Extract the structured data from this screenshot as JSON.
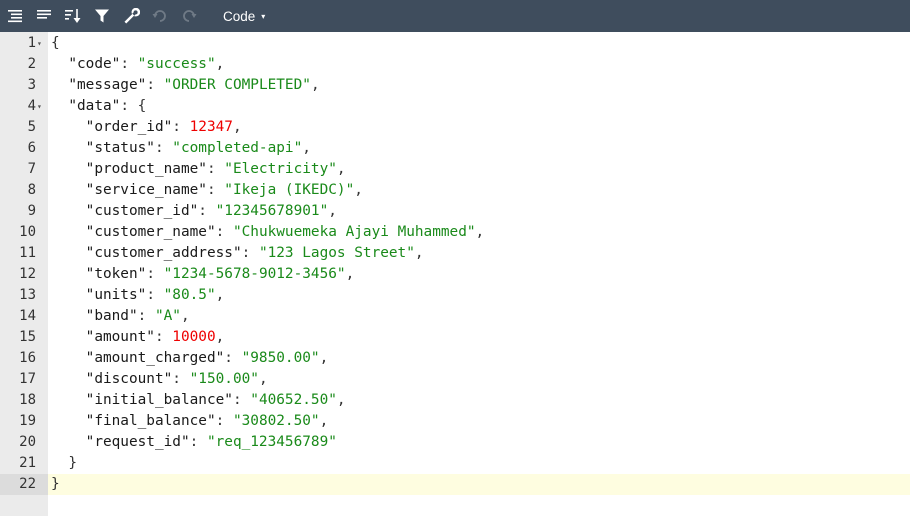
{
  "toolbar": {
    "icons": [
      "format-icon",
      "compact-icon",
      "sort-icon",
      "filter-icon",
      "repair-icon",
      "undo-icon",
      "redo-icon"
    ],
    "mode_label": "Code",
    "mode_caret": "▾"
  },
  "colors": {
    "toolbar_bg": "#3f4d5d",
    "gutter_bg": "#ebebeb",
    "active_line_bg": "#fefde0",
    "string": "#1a8a1a",
    "number": "#ee0000",
    "key": "#1a1a1a"
  },
  "editor": {
    "active_line": 22,
    "lines": [
      {
        "n": "1",
        "fold": "▾",
        "tokens": [
          {
            "t": "{",
            "c": "punc"
          }
        ]
      },
      {
        "n": "2",
        "tokens": [
          {
            "t": "  ",
            "c": "punc"
          },
          {
            "t": "\"code\"",
            "c": "key"
          },
          {
            "t": ": ",
            "c": "punc"
          },
          {
            "t": "\"success\"",
            "c": "str"
          },
          {
            "t": ",",
            "c": "punc"
          }
        ]
      },
      {
        "n": "3",
        "tokens": [
          {
            "t": "  ",
            "c": "punc"
          },
          {
            "t": "\"message\"",
            "c": "key"
          },
          {
            "t": ": ",
            "c": "punc"
          },
          {
            "t": "\"ORDER COMPLETED\"",
            "c": "str"
          },
          {
            "t": ",",
            "c": "punc"
          }
        ]
      },
      {
        "n": "4",
        "fold": "▾",
        "tokens": [
          {
            "t": "  ",
            "c": "punc"
          },
          {
            "t": "\"data\"",
            "c": "key"
          },
          {
            "t": ": {",
            "c": "punc"
          }
        ]
      },
      {
        "n": "5",
        "tokens": [
          {
            "t": "    ",
            "c": "punc"
          },
          {
            "t": "\"order_id\"",
            "c": "key"
          },
          {
            "t": ": ",
            "c": "punc"
          },
          {
            "t": "12347",
            "c": "num"
          },
          {
            "t": ",",
            "c": "punc"
          }
        ]
      },
      {
        "n": "6",
        "tokens": [
          {
            "t": "    ",
            "c": "punc"
          },
          {
            "t": "\"status\"",
            "c": "key"
          },
          {
            "t": ": ",
            "c": "punc"
          },
          {
            "t": "\"completed-api\"",
            "c": "str"
          },
          {
            "t": ",",
            "c": "punc"
          }
        ]
      },
      {
        "n": "7",
        "tokens": [
          {
            "t": "    ",
            "c": "punc"
          },
          {
            "t": "\"product_name\"",
            "c": "key"
          },
          {
            "t": ": ",
            "c": "punc"
          },
          {
            "t": "\"Electricity\"",
            "c": "str"
          },
          {
            "t": ",",
            "c": "punc"
          }
        ]
      },
      {
        "n": "8",
        "tokens": [
          {
            "t": "    ",
            "c": "punc"
          },
          {
            "t": "\"service_name\"",
            "c": "key"
          },
          {
            "t": ": ",
            "c": "punc"
          },
          {
            "t": "\"Ikeja (IKEDC)\"",
            "c": "str"
          },
          {
            "t": ",",
            "c": "punc"
          }
        ]
      },
      {
        "n": "9",
        "tokens": [
          {
            "t": "    ",
            "c": "punc"
          },
          {
            "t": "\"customer_id\"",
            "c": "key"
          },
          {
            "t": ": ",
            "c": "punc"
          },
          {
            "t": "\"12345678901\"",
            "c": "str"
          },
          {
            "t": ",",
            "c": "punc"
          }
        ]
      },
      {
        "n": "10",
        "tokens": [
          {
            "t": "    ",
            "c": "punc"
          },
          {
            "t": "\"customer_name\"",
            "c": "key"
          },
          {
            "t": ": ",
            "c": "punc"
          },
          {
            "t": "\"Chukwuemeka Ajayi Muhammed\"",
            "c": "str"
          },
          {
            "t": ",",
            "c": "punc"
          }
        ]
      },
      {
        "n": "11",
        "tokens": [
          {
            "t": "    ",
            "c": "punc"
          },
          {
            "t": "\"customer_address\"",
            "c": "key"
          },
          {
            "t": ": ",
            "c": "punc"
          },
          {
            "t": "\"123 Lagos Street\"",
            "c": "str"
          },
          {
            "t": ",",
            "c": "punc"
          }
        ]
      },
      {
        "n": "12",
        "tokens": [
          {
            "t": "    ",
            "c": "punc"
          },
          {
            "t": "\"token\"",
            "c": "key"
          },
          {
            "t": ": ",
            "c": "punc"
          },
          {
            "t": "\"1234-5678-9012-3456\"",
            "c": "str"
          },
          {
            "t": ",",
            "c": "punc"
          }
        ]
      },
      {
        "n": "13",
        "tokens": [
          {
            "t": "    ",
            "c": "punc"
          },
          {
            "t": "\"units\"",
            "c": "key"
          },
          {
            "t": ": ",
            "c": "punc"
          },
          {
            "t": "\"80.5\"",
            "c": "str"
          },
          {
            "t": ",",
            "c": "punc"
          }
        ]
      },
      {
        "n": "14",
        "tokens": [
          {
            "t": "    ",
            "c": "punc"
          },
          {
            "t": "\"band\"",
            "c": "key"
          },
          {
            "t": ": ",
            "c": "punc"
          },
          {
            "t": "\"A\"",
            "c": "str"
          },
          {
            "t": ",",
            "c": "punc"
          }
        ]
      },
      {
        "n": "15",
        "tokens": [
          {
            "t": "    ",
            "c": "punc"
          },
          {
            "t": "\"amount\"",
            "c": "key"
          },
          {
            "t": ": ",
            "c": "punc"
          },
          {
            "t": "10000",
            "c": "num"
          },
          {
            "t": ",",
            "c": "punc"
          }
        ]
      },
      {
        "n": "16",
        "tokens": [
          {
            "t": "    ",
            "c": "punc"
          },
          {
            "t": "\"amount_charged\"",
            "c": "key"
          },
          {
            "t": ": ",
            "c": "punc"
          },
          {
            "t": "\"9850.00\"",
            "c": "str"
          },
          {
            "t": ",",
            "c": "punc"
          }
        ]
      },
      {
        "n": "17",
        "tokens": [
          {
            "t": "    ",
            "c": "punc"
          },
          {
            "t": "\"discount\"",
            "c": "key"
          },
          {
            "t": ": ",
            "c": "punc"
          },
          {
            "t": "\"150.00\"",
            "c": "str"
          },
          {
            "t": ",",
            "c": "punc"
          }
        ]
      },
      {
        "n": "18",
        "tokens": [
          {
            "t": "    ",
            "c": "punc"
          },
          {
            "t": "\"initial_balance\"",
            "c": "key"
          },
          {
            "t": ": ",
            "c": "punc"
          },
          {
            "t": "\"40652.50\"",
            "c": "str"
          },
          {
            "t": ",",
            "c": "punc"
          }
        ]
      },
      {
        "n": "19",
        "tokens": [
          {
            "t": "    ",
            "c": "punc"
          },
          {
            "t": "\"final_balance\"",
            "c": "key"
          },
          {
            "t": ": ",
            "c": "punc"
          },
          {
            "t": "\"30802.50\"",
            "c": "str"
          },
          {
            "t": ",",
            "c": "punc"
          }
        ]
      },
      {
        "n": "20",
        "tokens": [
          {
            "t": "    ",
            "c": "punc"
          },
          {
            "t": "\"request_id\"",
            "c": "key"
          },
          {
            "t": ": ",
            "c": "punc"
          },
          {
            "t": "\"req_123456789\"",
            "c": "str"
          }
        ]
      },
      {
        "n": "21",
        "tokens": [
          {
            "t": "  }",
            "c": "punc"
          }
        ]
      },
      {
        "n": "22",
        "tokens": [
          {
            "t": "}",
            "c": "punc"
          }
        ]
      }
    ]
  }
}
